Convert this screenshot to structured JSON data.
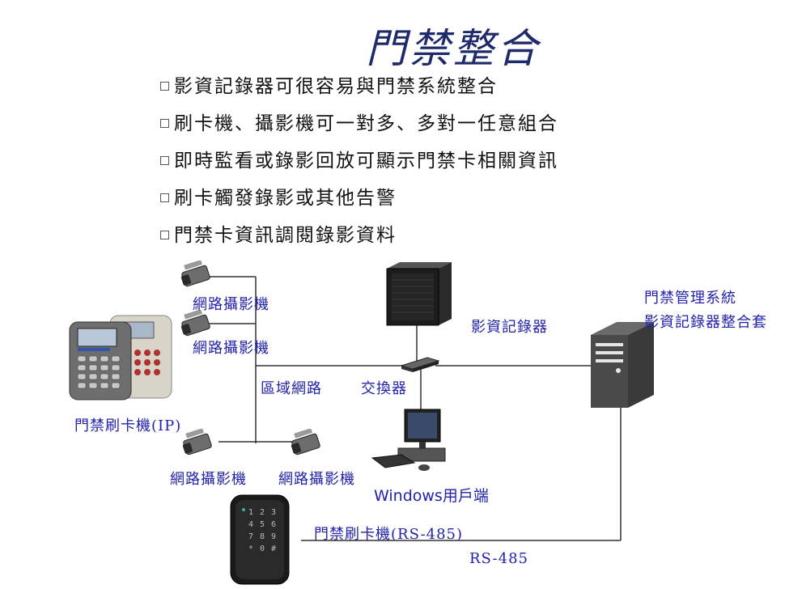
{
  "title": "門禁整合",
  "bullets": [
    "影資記錄器可很容易與門禁系統整合",
    "刷卡機、攝影機可一對多、多對一任意組合",
    "即時監看或錄影回放可顯示門禁卡相關資訊",
    "刷卡觸發錄影或其他告警",
    "門禁卡資訊調閱錄影資料"
  ],
  "labels": {
    "camera1": "網路攝影機",
    "camera2": "網路攝影機",
    "camera3": "網路攝影機",
    "camera4": "網路攝影機",
    "lan": "區域網路",
    "switch": "交換器",
    "recorder": "影資記錄器",
    "mgmt_line1": "門禁管理系統",
    "mgmt_line2": "影資記錄器整合套",
    "card_reader_ip": "門禁刷卡機(IP)",
    "windows_client": "Windows用戶端",
    "card_reader_rs485": "門禁刷卡機(RS-485)",
    "rs485": "RS-485"
  },
  "keypad_keys": [
    "1",
    "2",
    "3",
    "4",
    "5",
    "6",
    "7",
    "8",
    "9",
    "*",
    "0",
    "#"
  ],
  "colors": {
    "title": "#1f2a6b",
    "label_blue": "#2222aa",
    "line": "#333333"
  }
}
